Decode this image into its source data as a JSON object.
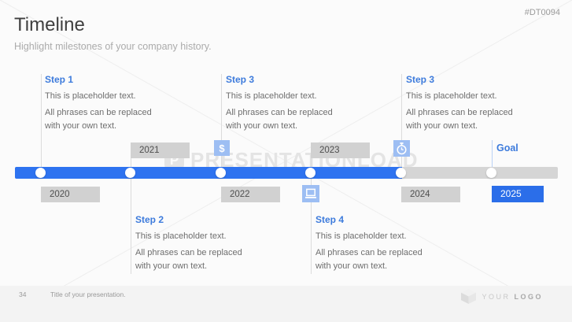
{
  "header": {
    "code": "#DT0094",
    "title": "Timeline",
    "subtitle": "Highlight milestones of your company history."
  },
  "steps": [
    {
      "label": "Step 1",
      "p1": "This is placeholder text.",
      "p2": "All phrases can be replaced with your own text."
    },
    {
      "label": "Step 3",
      "p1": "This is placeholder text.",
      "p2": "All phrases can be replaced with your own text."
    },
    {
      "label": "Step 3",
      "p1": "This is placeholder text.",
      "p2": "All phrases can be replaced with your own text."
    },
    {
      "label": "Step 2",
      "p1": "This is placeholder text.",
      "p2": "All phrases can be replaced with your own text."
    },
    {
      "label": "Step 4",
      "p1": "This is placeholder text.",
      "p2": "All phrases can be replaced with your own text."
    }
  ],
  "timeline": {
    "years": [
      "2020",
      "2021",
      "2022",
      "2023",
      "2024",
      "2025"
    ],
    "goal_label": "Goal",
    "icons": [
      {
        "name": "dollar-icon",
        "glyph": "$"
      },
      {
        "name": "stopwatch-icon"
      },
      {
        "name": "laptop-icon"
      }
    ]
  },
  "watermark": {
    "logo_letter": "P",
    "text": "PRESENTATIONLOAD"
  },
  "footer": {
    "page_number": "34",
    "presentation_title": "Title of your presentation.",
    "logo_your": "YOUR ",
    "logo_logo": "LOGO"
  },
  "colors": {
    "accent_bar": "#2e73f0",
    "accent_box": "#2b6ee9",
    "accent_text": "#3d7bdc",
    "icon_square": "#9dbef3",
    "bar_gray": "#d5d5d5",
    "year_box_gray": "#d1d1d1"
  }
}
